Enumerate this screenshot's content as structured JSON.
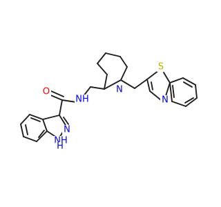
{
  "molecule": {
    "colors": {
      "bond": "#1f1f1f",
      "oxygen": "#ff0000",
      "nitrogen": "#0000ff",
      "sulfur": "#b2b200"
    },
    "atom_labels": {
      "carbonyl_oxygen": "O",
      "amide_nh": "NH",
      "piperidine_n": "N",
      "thiazole_s": "S",
      "thiazole_n": "N",
      "indazole_n2": "N",
      "indazole_n1h": "NH",
      "indazole_h": "H"
    }
  }
}
